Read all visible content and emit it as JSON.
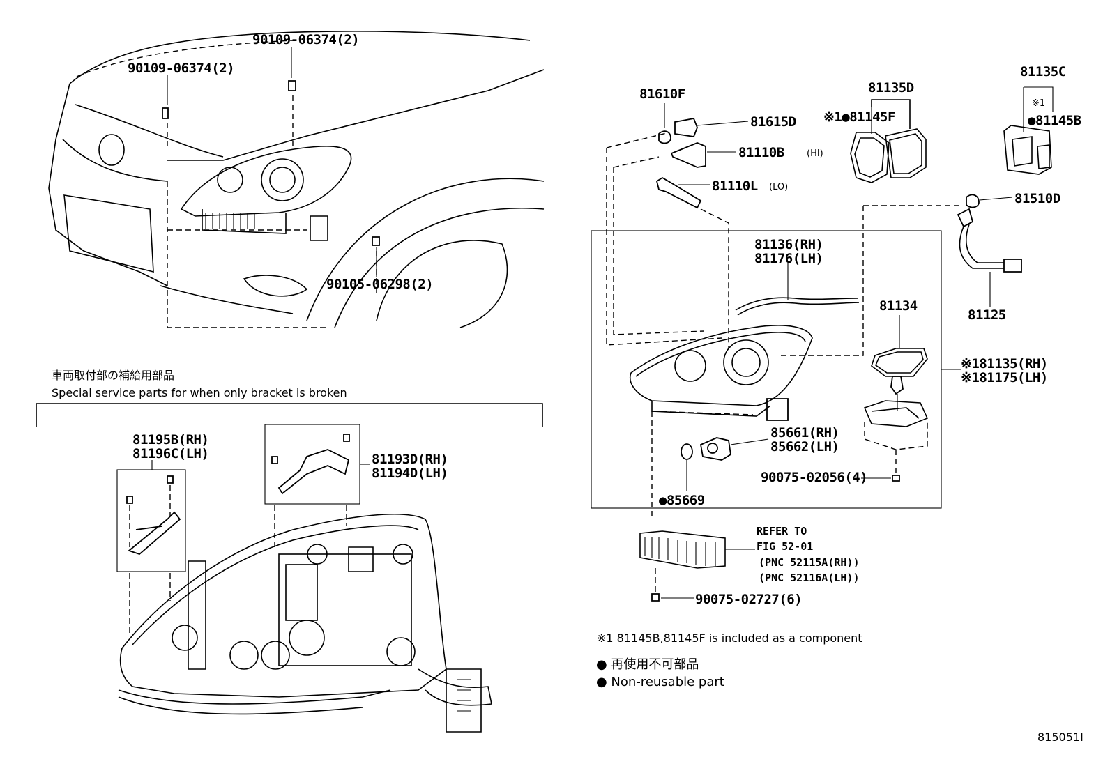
{
  "labels": {
    "bolt_top_right": "90109-06374(2)",
    "bolt_top_left": "90109-06374(2)",
    "bolt_lower": "90105-06298(2)",
    "p81610F": "81610F",
    "p81615D": "81615D",
    "p81110B": "81110B",
    "p81110B_note": "(HI)",
    "p81110L": "81110L",
    "p81110L_note": "(LO)",
    "p81135D": "81135D",
    "p81145F": "※1●81145F",
    "p81135C": "81135C",
    "p81135C_note": "※1",
    "p81145B": "●81145B",
    "p81510D": "81510D",
    "p81125": "81125",
    "p81136_rh": "81136(RH)",
    "p81176_lh": "81176(LH)",
    "p81134": "81134",
    "p81135_rh": "※181135(RH)",
    "p81175_lh": "※181175(LH)",
    "p85661_rh": "85661(RH)",
    "p85662_lh": "85662(LH)",
    "p90075_02056": "90075-02056(4)",
    "p85669": "●85669",
    "refer_to": "REFER TO",
    "refer_fig": "FIG 52-01",
    "refer_pnc_rh": "(PNC 52115A(RH))",
    "refer_pnc_lh": "(PNC 52116A(LH))",
    "p90075_02727": "90075-02727(6)",
    "p81195B_rh": "81195B(RH)",
    "p81196C_lh": "81196C(LH)",
    "p81193D_rh": "81193D(RH)",
    "p81194D_lh": "81194D(LH)"
  },
  "notes": {
    "service_jp": "車両取付部の補給用部品",
    "service_en": "Special service parts for when only bracket is broken",
    "component_note": "※1 81145B,81145F is included as a component",
    "nonreuse_jp": "● 再使用不可部品",
    "nonreuse_en": "● Non-reusable part",
    "figure_id": "815051I"
  }
}
